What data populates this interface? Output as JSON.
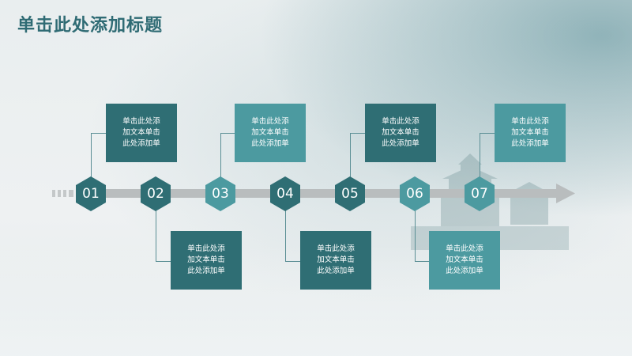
{
  "slide": {
    "title": "单击此处添加标题"
  },
  "steps": [
    {
      "number": "01",
      "text": "单击此处添\n加文本单击\n此处添加单"
    },
    {
      "number": "02",
      "text": "单击此处添\n加文本单击\n此处添加单"
    },
    {
      "number": "03",
      "text": "单击此处添\n加文本单击\n此处添加单"
    },
    {
      "number": "04",
      "text": "单击此处添\n加文本单击\n此处添加单"
    },
    {
      "number": "05",
      "text": "单击此处添\n加文本单击\n此处添加单"
    },
    {
      "number": "06",
      "text": "单击此处添\n加文本单击\n此处添加单"
    },
    {
      "number": "07",
      "text": "单击此处添\n加文本单击\n此处添加单"
    }
  ],
  "colors": {
    "dark_teal": "#2f6e74",
    "light_teal": "#4c9aa0",
    "arrow": "#b9bdbe",
    "title": "#2f6b74"
  }
}
